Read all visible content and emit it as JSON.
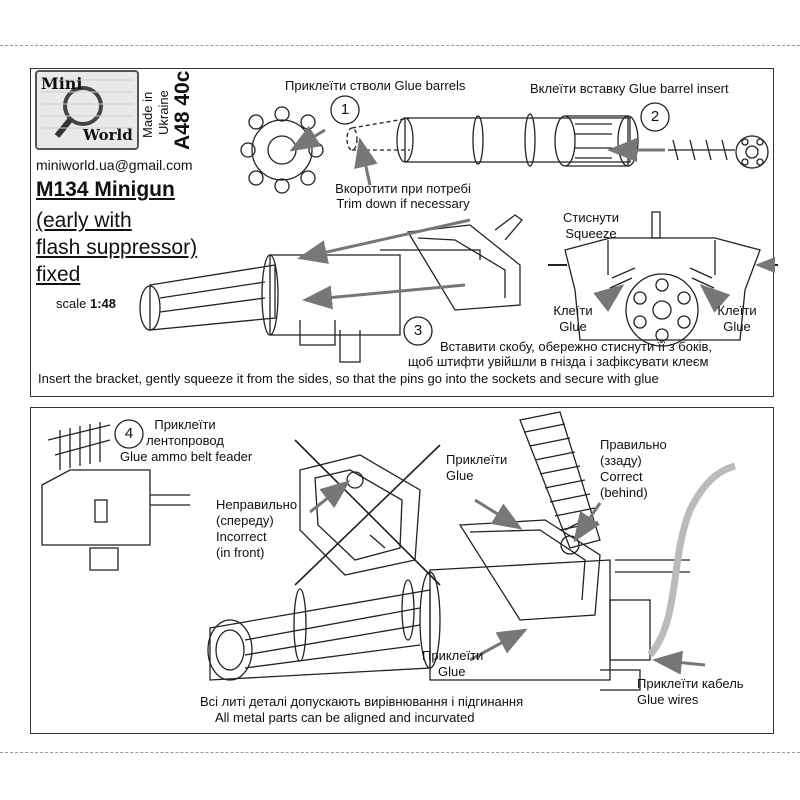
{
  "header": {
    "brand_line1": "Mini",
    "brand_line2": "World",
    "made_in": "Made in",
    "country": "Ukraine",
    "product_code": "A48 40c",
    "email": "miniworld.ua@gmail.com",
    "title": "M134 Minigun",
    "subtitle_lines": [
      "(early with",
      "flash suppressor)",
      "fixed"
    ],
    "scale_label": "scale",
    "scale_value": "1:48"
  },
  "steps": {
    "step1": {
      "number": "1",
      "label": "Приклеїти стволи Glue barrels",
      "trim_ua": "Вкоротити при потребі",
      "trim_en": "Trim down if necessary"
    },
    "step2": {
      "number": "2",
      "label": "Вклеїти вставку Glue barrel insert"
    },
    "step3": {
      "number": "3",
      "squeeze_ua": "Стиснути",
      "squeeze_en": "Squeeze",
      "glue_ua": "Клеїти",
      "glue_en": "Glue",
      "instruction_ua_line1": "Вставити скобу, обережно стиснути її з боків,",
      "instruction_ua_line2": "щоб штифти увійшли в гнізда і зафіксувати клеєм",
      "instruction_en": "Insert the bracket, gently squeeze it from the sides, so that the pins go into the sockets and secure with glue"
    },
    "step4": {
      "number": "4",
      "feeder_ua_line1": "Приклеїти",
      "feeder_ua_line2": "лентопровод",
      "feeder_en": "Glue ammo belt feader",
      "incorrect": [
        "Неправильно",
        "(спереду)",
        "Incorrect",
        "(in front)"
      ],
      "glue_top": [
        "Приклеїти",
        "Glue"
      ],
      "correct": [
        "Правильно",
        "(ззаду)",
        "Correct",
        "(behind)"
      ],
      "glue_bottom": [
        "Приклеїти",
        "Glue"
      ],
      "wires_ua": "Приклеїти кабель",
      "wires_en": "Glue wires",
      "note_ua": "Всі литі деталі допускають вирівнювання і підгинання",
      "note_en": "All metal parts can be aligned and incurvated"
    }
  }
}
